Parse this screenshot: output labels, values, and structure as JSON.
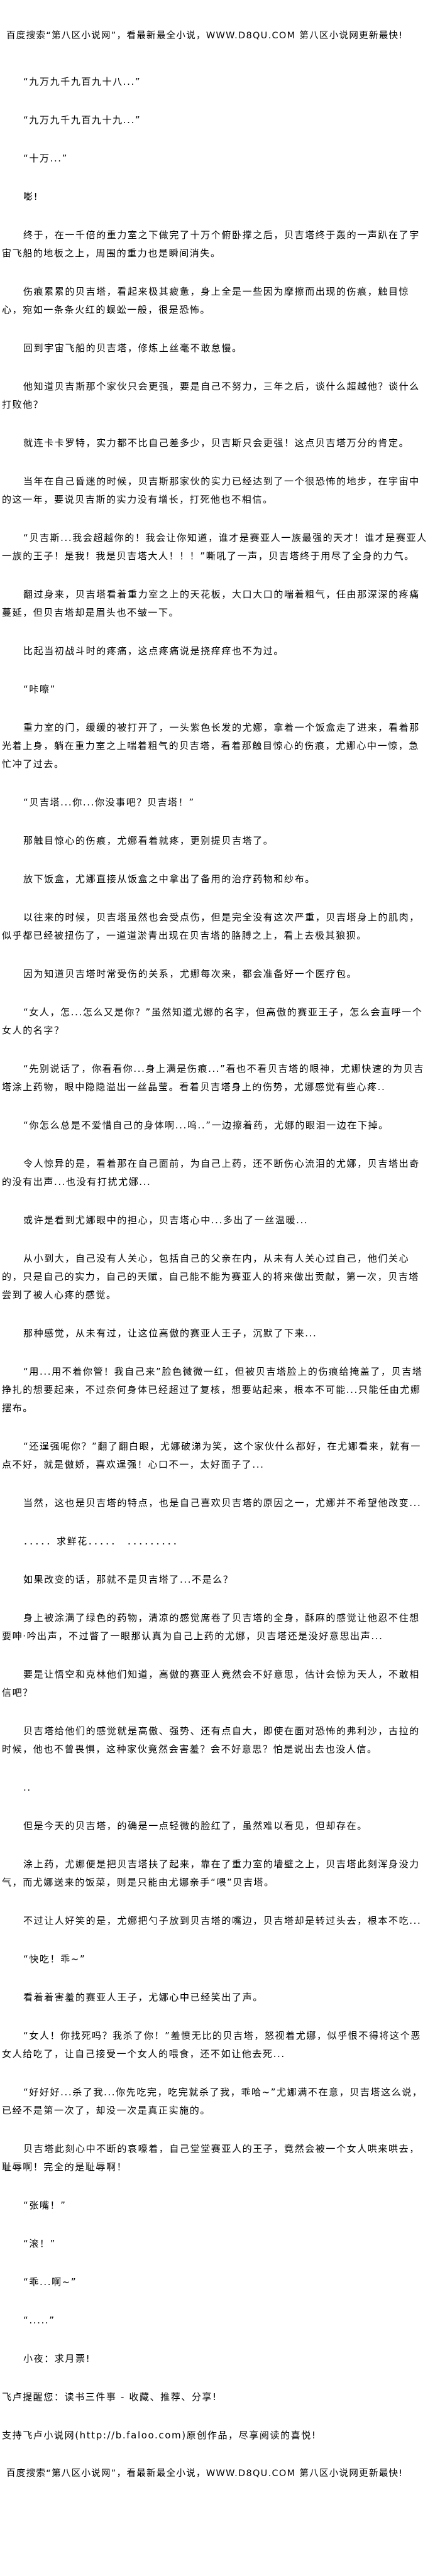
{
  "banner": {
    "text": "百度搜索“第八区小说网”，看最新最全小说，WWW.D8QU.COM  第八区小说网更新最快!"
  },
  "paragraphs": [
    "“九万九千九百九十八...”",
    "“九万九千九百九十九...”",
    "“十万...”",
    "嘭!",
    "终于，在一千倍的重力室之下做完了十万个俯卧撑之后，贝吉塔终于轰的一声趴在了宇宙飞船的地板之上，周围的重力也是瞬间消失。",
    "伤痕累累的贝吉塔，看起来极其疲惫，身上全是一些因为摩擦而出现的伤痕，触目惊心，宛如一条条火红的蜈蚣一般，很是恐怖。",
    "回到宇宙飞船的贝吉塔，修炼上丝毫不敢怠慢。",
    "他知道贝吉斯那个家伙只会更强，要是自己不努力，三年之后，谈什么超越他？谈什么打败他？",
    "就连卡卡罗特，实力都不比自己差多少，贝吉斯只会更强！这点贝吉塔万分的肯定。",
    "当年在自己昏迷的时候，贝吉斯那家伙的实力已经达到了一个很恐怖的地步，在宇宙中的这一年，要说贝吉斯的实力没有增长，打死他也不相信。",
    "“贝吉斯...我会超越你的！我会让你知道，谁才是赛亚人一族最强的天才！谁才是赛亚人一族的王子！是我！我是贝吉塔大人！！！”嘶吼了一声，贝吉塔终于用尽了全身的力气。",
    "翻过身来，贝吉塔看着重力室之上的天花板，大口大口的喘着粗气，任由那深深的疼痛蔓延，但贝吉塔却是眉头也不皱一下。",
    "比起当初战斗时的疼痛，这点疼痛说是挠痒痒也不为过。",
    "“咔嚓”",
    "重力室的门，缓缓的被打开了，一头紫色长发的尤娜，拿着一个饭盒走了进来，看着那光着上身，躺在重力室之上喘着粗气的贝吉塔，看着那触目惊心的伤痕，尤娜心中一惊，急忙冲了过去。",
    "“贝吉塔...你...你没事吧？贝吉塔！”",
    "那触目惊心的伤痕，尤娜看着就疼，更别提贝吉塔了。",
    "放下饭盒，尤娜直接从饭盒之中拿出了备用的治疗药物和纱布。",
    "以往来的时候，贝吉塔虽然也会受点伤，但是完全没有这次严重，贝吉塔身上的肌肉，似乎都已经被扭伤了，一道道淤青出现在贝吉塔的胳膊之上，看上去极其狼狈。",
    "因为知道贝吉塔时常受伤的关系，尤娜每次来，都会准备好一个医疗包。",
    "“女人，怎...怎么又是你？”虽然知道尤娜的名字，但高傲的赛亚王子，怎么会直呼一个女人的名字？",
    "“先别说话了，你看看你...身上满是伤痕...”看也不看贝吉塔的眼神，尤娜快速的为贝吉塔涂上药物，眼中隐隐溢出一丝晶莹。看着贝吉塔身上的伤势，尤娜感觉有些心疼..",
    "“你怎么总是不爱惜自己的身体啊...呜..”一边擦着药，尤娜的眼泪一边在下掉。",
    "令人惊异的是，看着那在自己面前，为自己上药，还不断伤心流泪的尤娜，贝吉塔出奇的没有出声...也没有打扰尤娜...",
    "或许是看到尤娜眼中的担心，贝吉塔心中...多出了一丝温暖...",
    "从小到大，自己没有人关心，包括自己的父亲在内，从未有人关心过自己，他们关心的，只是自己的实力，自己的天赋，自己能不能为赛亚人的将来做出贡献，第一次，贝吉塔尝到了被人心疼的感觉。",
    "那种感觉，从未有过，让这位高傲的赛亚人王子，沉默了下来...",
    "“用...用不着你管！我自己来”脸色微微一红，但被贝吉塔脸上的伤痕给掩盖了，贝吉塔挣扎的想要起来，不过奈何身体已经超过了复核，想要站起来，根本不可能...只能任由尤娜摆布。",
    "“还逞强呢你？”翻了翻白眼，尤娜破涕为笑，这个家伙什么都好，在尤娜看来，就有一点不好，就是傲娇，喜欢逞强！心口不一，太好面子了...",
    "当然，这也是贝吉塔的特点，也是自己喜欢贝吉塔的原因之一，尤娜并不希望他改变...",
    "．．．．．求鲜花．．．．．　．．．．．．．．．",
    "如果改变的话，那就不是贝吉塔了...不是么？",
    "身上被涂满了绿色的药物，清凉的感觉席卷了贝吉塔的全身，酥麻的感觉让他忍不住想要呻·吟出声，不过瞥了一眼那认真为自己上药的尤娜，贝吉塔还是没好意思出声...",
    "要是让悟空和克林他们知道，高傲的赛亚人竟然会不好意思，估计会惊为天人，不敢相信吧？",
    "贝吉塔给他们的感觉就是高傲、强势、还有点自大，即使在面对恐怖的弗利沙，古拉的时候，他也不曾畏惧，这种家伙竟然会害羞？会不好意思？怕是说出去也没人信。",
    "..",
    "但是今天的贝吉塔，的确是一点轻微的脸红了，虽然难以看见，但却存在。",
    "涂上药，尤娜便是把贝吉塔扶了起来，靠在了重力室的墙壁之上，贝吉塔此刻浑身没力气，而尤娜送来的饭菜，则是只能由尤娜亲手“喂”贝吉塔。",
    "不过让人好笑的是，尤娜把勺子放到贝吉塔的嘴边，贝吉塔却是转过头去，根本不吃...",
    "“快吃！乖~”",
    "看着着害羞的赛亚人王子，尤娜心中已经笑出了声。",
    "“女人！你找死吗？我杀了你！”羞愤无比的贝吉塔，怒视着尤娜，似乎恨不得将这个恶女人给吃了，让自己接受一个女人的喂食，还不如让他去死...",
    "“好好好...杀了我...你先吃完，吃完就杀了我，乖哈~”尤娜满不在意，贝吉塔这么说，已经不是第一次了，却没一次是真正实施的。",
    "贝吉塔此刻心中不断的哀嚎着，自己堂堂赛亚人的王子，竟然会被一个女人哄来哄去，耻辱啊！完全的是耻辱啊！",
    "“张嘴！”",
    "“滚！”",
    "“乖...啊~”",
    "“.....”",
    "小夜：求月票!"
  ],
  "footer": {
    "reminder": "飞卢提醒您：读书三件事 - 收藏、推荐、分享!",
    "support": "支持飞卢小说网(http://b.faloo.com)原创作品，尽享阅读的喜悦!",
    "banner": "百度搜索“第八区小说网”，看最新最全小说，WWW.D8QU.COM  第八区小说网更新最快!"
  }
}
